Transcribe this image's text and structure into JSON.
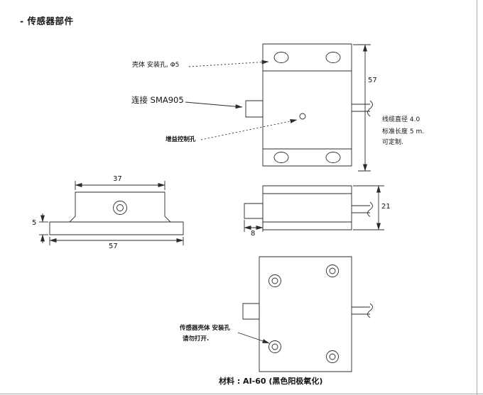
{
  "page": {
    "title": "- 传感器部件",
    "material_note": "材料 : AI-60 (黑色阳极氧化)"
  },
  "annotations": {
    "housing_mount_hole": "壳体 安装孔, Φ5",
    "sma_connector": "连接 SMA905",
    "gain_control_hole": "增益控制孔",
    "cable_diameter": "线缆直径 4.0",
    "cable_length": "标准长度 5 m.",
    "customizable": "可定制.",
    "sensor_mount_hole_line1": "传感器壳体 安装孔",
    "sensor_mount_hole_line2": "请勿打开."
  },
  "dimensions": {
    "top_view_height": "57",
    "front_top_width": "37",
    "front_base_height": "5",
    "front_base_width": "57",
    "side_connector_width": "8",
    "side_height": "21"
  }
}
